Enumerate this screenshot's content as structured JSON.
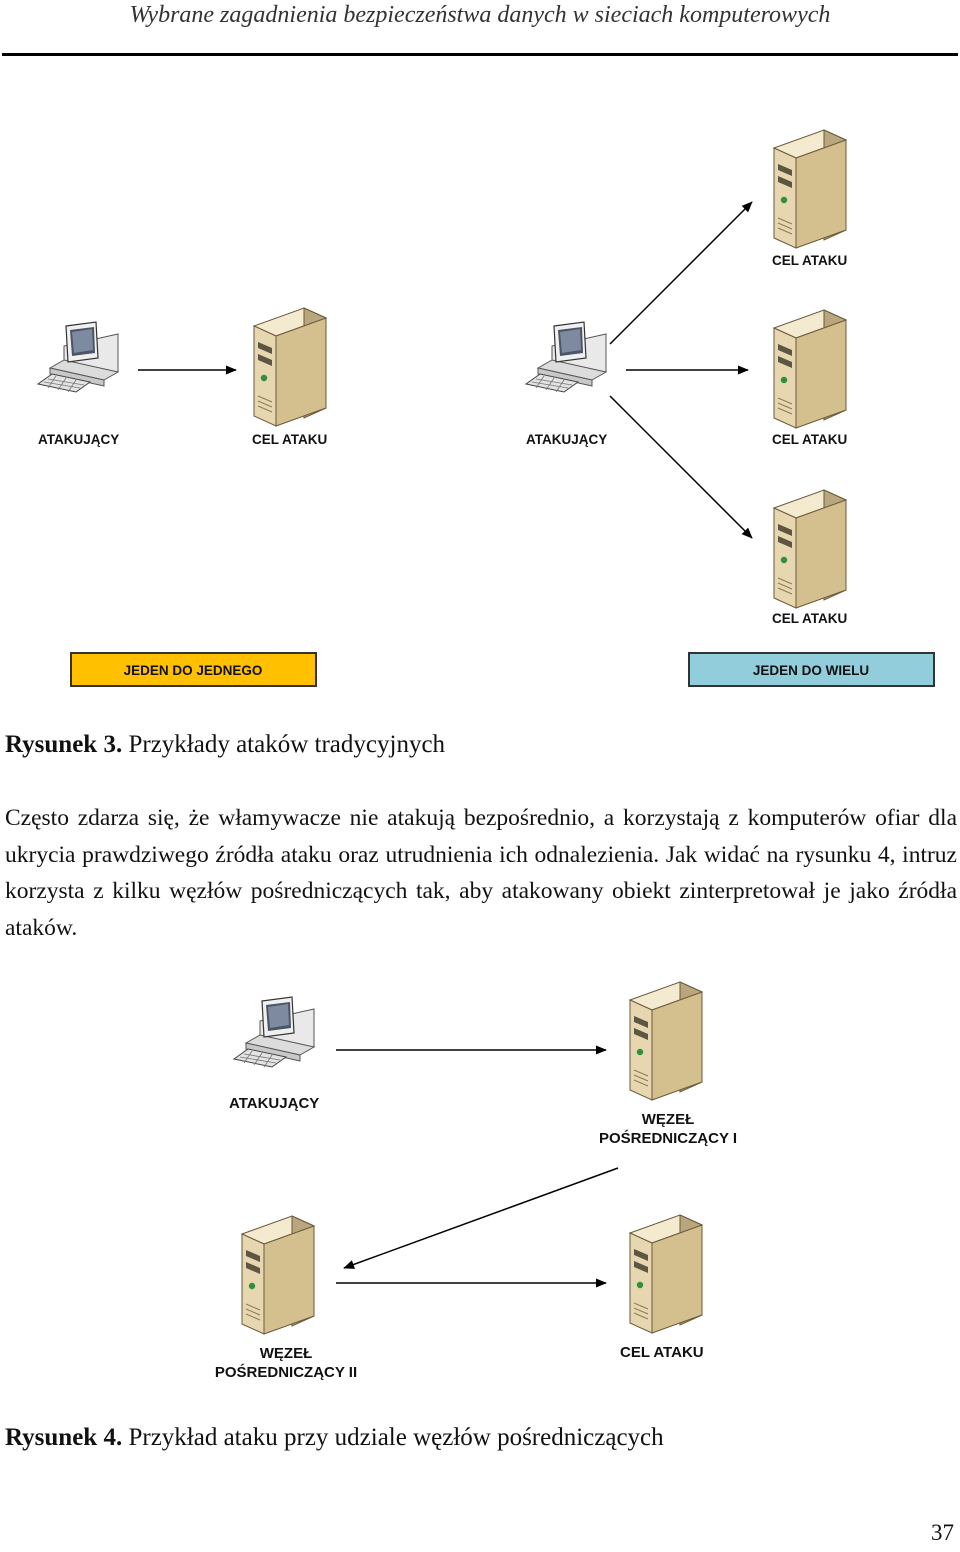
{
  "header": {
    "title": "Wybrane zagadnienia bezpieczeństwa danych w sieciach komputerowych"
  },
  "figure3": {
    "left": {
      "attacker_label": "ATAKUJĄCY",
      "target_label": "CEL ATAKU",
      "banner": "JEDEN DO JEDNEGO"
    },
    "right": {
      "attacker_label": "ATAKUJĄCY",
      "target_labels": [
        "CEL ATAKU",
        "CEL ATAKU",
        "CEL ATAKU"
      ],
      "banner": "JEDEN DO WIELU"
    },
    "banner_colors": {
      "left": "#FFC000",
      "right": "#92CDDC"
    },
    "caption_number": "Rysunek 3.",
    "caption_text": "Przykłady ataków tradycyjnych"
  },
  "paragraph": "Często zdarza się, że włamywacze nie atakują bezpośrednio, a korzystają z komputerów ofiar dla ukrycia prawdziwego źródła ataku oraz utrudnienia ich odnalezienia. Jak widać na rysunku 4, intruz korzysta z kilku węzłów pośredniczących tak, aby atakowany obiekt zinterpretował je jako źródła ataków.",
  "figure4": {
    "attacker_label": "ATAKUJĄCY",
    "node1_label_line1": "WĘZEŁ",
    "node1_label_line2": "POŚREDNICZĄCY I",
    "node2_label_line1": "WĘZEŁ",
    "node2_label_line2": "POŚREDNICZĄCY II",
    "target_label": "CEL ATAKU",
    "caption_number": "Rysunek 4.",
    "caption_text": "Przykład ataku przy udziale węzłów pośredniczących"
  },
  "icons": [
    "computer-icon",
    "server-icon"
  ],
  "page_number": "37"
}
